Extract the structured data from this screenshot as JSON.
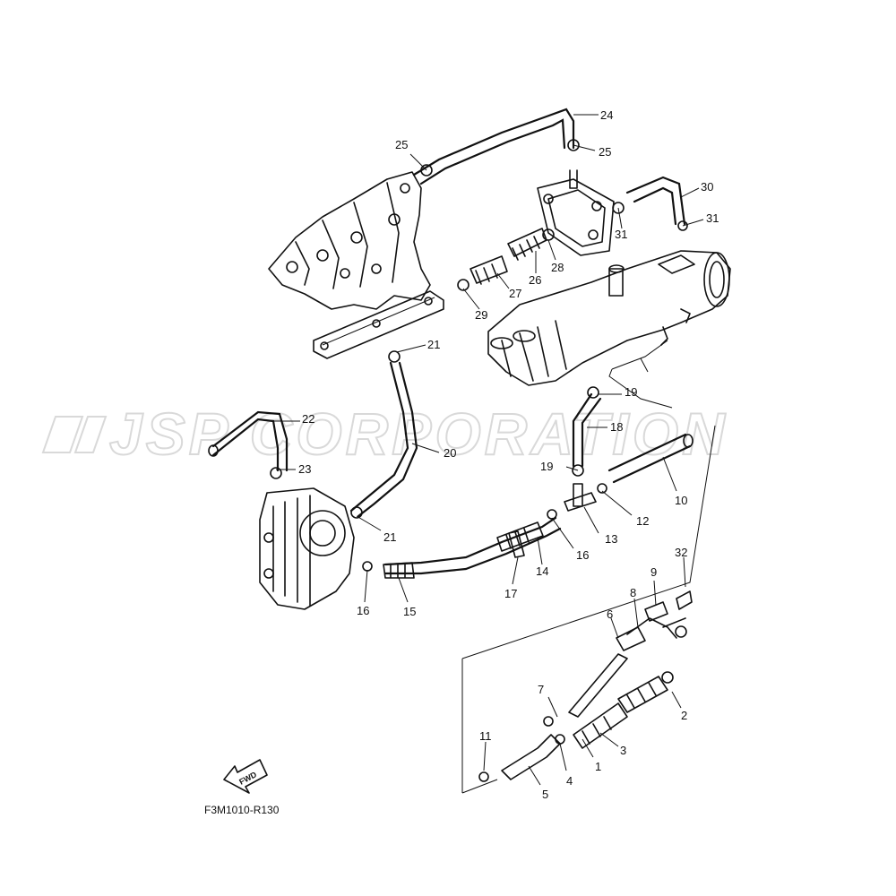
{
  "watermark": {
    "text": "JSP CORPORATION"
  },
  "fwd_label": "FWD",
  "diagram_code": "F3M1010-R130",
  "callouts": [
    {
      "id": "c24",
      "text": "24"
    },
    {
      "id": "c25a",
      "text": "25"
    },
    {
      "id": "c25b",
      "text": "25"
    },
    {
      "id": "c30",
      "text": "30"
    },
    {
      "id": "c31a",
      "text": "31"
    },
    {
      "id": "c31b",
      "text": "31"
    },
    {
      "id": "c26",
      "text": "26"
    },
    {
      "id": "c28",
      "text": "28"
    },
    {
      "id": "c27",
      "text": "27"
    },
    {
      "id": "c29",
      "text": "29"
    },
    {
      "id": "c21a",
      "text": "21"
    },
    {
      "id": "c21b",
      "text": "21"
    },
    {
      "id": "c19a",
      "text": "19"
    },
    {
      "id": "c19b",
      "text": "19"
    },
    {
      "id": "c18",
      "text": "18"
    },
    {
      "id": "c22",
      "text": "22"
    },
    {
      "id": "c23",
      "text": "23"
    },
    {
      "id": "c20",
      "text": "20"
    },
    {
      "id": "c10",
      "text": "10"
    },
    {
      "id": "c12",
      "text": "12"
    },
    {
      "id": "c13",
      "text": "13"
    },
    {
      "id": "c16a",
      "text": "16"
    },
    {
      "id": "c16b",
      "text": "16"
    },
    {
      "id": "c14",
      "text": "14"
    },
    {
      "id": "c17",
      "text": "17"
    },
    {
      "id": "c15",
      "text": "15"
    },
    {
      "id": "c32",
      "text": "32"
    },
    {
      "id": "c9",
      "text": "9"
    },
    {
      "id": "c8",
      "text": "8"
    },
    {
      "id": "c6",
      "text": "6"
    },
    {
      "id": "c7",
      "text": "7"
    },
    {
      "id": "c2",
      "text": "2"
    },
    {
      "id": "c3",
      "text": "3"
    },
    {
      "id": "c1",
      "text": "1"
    },
    {
      "id": "c11",
      "text": "11"
    },
    {
      "id": "c4",
      "text": "4"
    },
    {
      "id": "c5",
      "text": "5"
    }
  ]
}
